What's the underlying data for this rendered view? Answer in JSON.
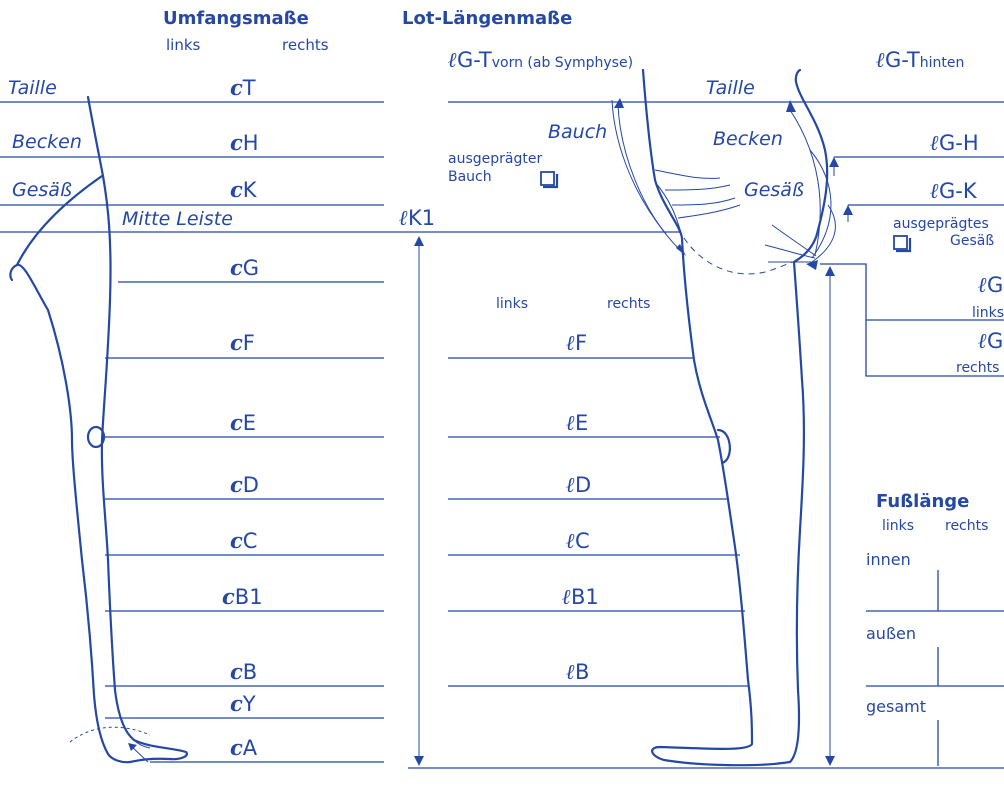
{
  "headings": {
    "circumference": "Umfangsmaße",
    "circ_left": "links",
    "circ_right": "rechts",
    "lengths": "Lot-Längenmaße"
  },
  "circ_left_labels": {
    "taille": "Taille",
    "becken": "Becken",
    "gesaess": "Gesäß",
    "leiste": "Mitte Leiste"
  },
  "circumference_rows": [
    {
      "prefix": "c",
      "code": "T"
    },
    {
      "prefix": "c",
      "code": "H"
    },
    {
      "prefix": "c",
      "code": "K"
    },
    {
      "prefix": "c",
      "code": "G"
    },
    {
      "prefix": "c",
      "code": "F"
    },
    {
      "prefix": "c",
      "code": "E"
    },
    {
      "prefix": "c",
      "code": "D"
    },
    {
      "prefix": "c",
      "code": "C"
    },
    {
      "prefix": "c",
      "code": "B1"
    },
    {
      "prefix": "c",
      "code": "B"
    },
    {
      "prefix": "c",
      "code": "Y"
    },
    {
      "prefix": "c",
      "code": "A"
    }
  ],
  "lk1": {
    "prefix": "ℓ",
    "code": "K1"
  },
  "lengths_header": {
    "lgt_front": {
      "prefix": "ℓ",
      "code": "G-T",
      "suffix": "vorn (ab Symphyse)"
    },
    "lgt_back": {
      "prefix": "ℓ",
      "code": "G-T",
      "suffix": "hinten"
    },
    "taille": "Taille",
    "bauch": "Bauch",
    "becken": "Becken",
    "gesaess": "Gesäß",
    "ausgepraegter_bauch_1": "ausgeprägter",
    "ausgepraegter_bauch_2": "Bauch",
    "ausgepraegtes_gesaess_1": "ausgeprägtes",
    "ausgepraegtes_gesaess_2": "Gesäß",
    "lgh": {
      "prefix": "ℓ",
      "code": "G-H"
    },
    "lgk": {
      "prefix": "ℓ",
      "code": "G-K"
    },
    "lg_links": {
      "prefix": "ℓ",
      "code": "G",
      "sub": "links"
    },
    "lg_rechts": {
      "prefix": "ℓ",
      "code": "G",
      "sub": "rechts"
    },
    "col_links": "links",
    "col_rechts": "rechts"
  },
  "length_rows": [
    {
      "prefix": "ℓ",
      "code": "F"
    },
    {
      "prefix": "ℓ",
      "code": "E"
    },
    {
      "prefix": "ℓ",
      "code": "D"
    },
    {
      "prefix": "ℓ",
      "code": "C"
    },
    {
      "prefix": "ℓ",
      "code": "B1"
    },
    {
      "prefix": "ℓ",
      "code": "B"
    }
  ],
  "foot_length": {
    "title": "Fußlänge",
    "links": "links",
    "rechts": "rechts",
    "innen": "innen",
    "aussen": "außen",
    "gesamt": "gesamt"
  },
  "colors": {
    "ink": "#2548a5",
    "background": "#ffffff"
  }
}
